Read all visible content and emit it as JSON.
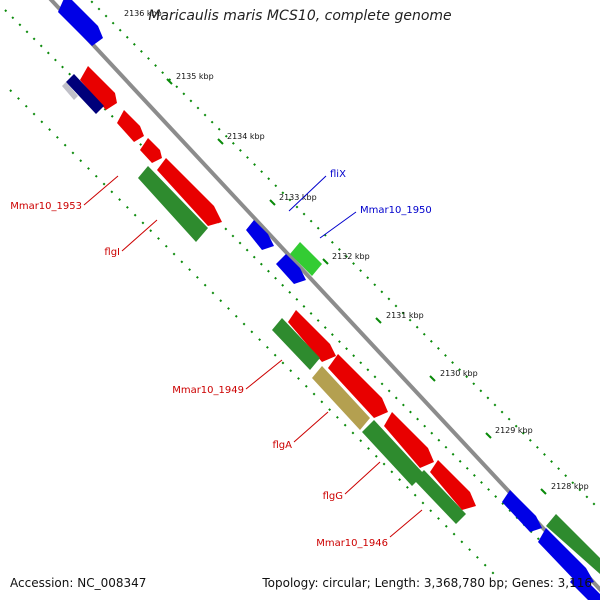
{
  "title": "Maricaulis maris MCS10, complete genome",
  "footer": {
    "accession": "Accession: NC_008347",
    "summary": "Topology: circular; Length: 3,368,780 bp; Genes: 3,116"
  },
  "colors": {
    "backbone": "#8c8c8c",
    "tick": "#0a8a0a",
    "red": "#e80000",
    "blue": "#0000e6",
    "green": "#2e8b2e",
    "lightgreen": "#33cc33",
    "olive": "#b4a050",
    "navy": "#00007a",
    "label_red": "#cc0000",
    "label_blue": "#0000cc"
  },
  "ruler": [
    {
      "label": "2136 kbp"
    },
    {
      "label": "2135 kbp"
    },
    {
      "label": "2134 kbp"
    },
    {
      "label": "2133 kbp"
    },
    {
      "label": "2132 kbp"
    },
    {
      "label": "2131 kbp"
    },
    {
      "label": "2130 kbp"
    },
    {
      "label": "2129 kbp"
    },
    {
      "label": "2128 kbp"
    }
  ],
  "gene_labels": [
    {
      "text": "Mmar10_1953",
      "color": "label_red"
    },
    {
      "text": "flgI",
      "color": "label_red"
    },
    {
      "text": "fliX",
      "color": "label_blue"
    },
    {
      "text": "Mmar10_1950",
      "color": "label_blue"
    },
    {
      "text": "Mmar10_1949",
      "color": "label_red"
    },
    {
      "text": "flgA",
      "color": "label_red"
    },
    {
      "text": "flgG",
      "color": "label_red"
    },
    {
      "text": "Mmar10_1946",
      "color": "label_red"
    }
  ]
}
